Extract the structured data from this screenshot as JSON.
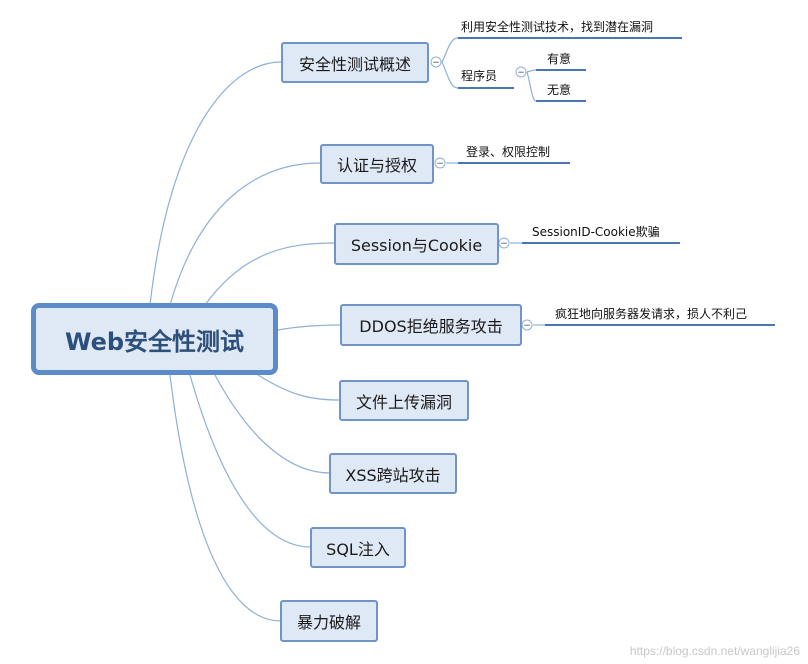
{
  "root": {
    "label": "Web安全性测试"
  },
  "branches": [
    {
      "label": "安全性测试概述"
    },
    {
      "label": "认证与授权"
    },
    {
      "label": "Session与Cookie"
    },
    {
      "label": "DDOS拒绝服务攻击"
    },
    {
      "label": "文件上传漏洞"
    },
    {
      "label": "XSS跨站攻击"
    },
    {
      "label": "SQL注入"
    },
    {
      "label": "暴力破解"
    }
  ],
  "details": {
    "overview_goal": "利用安全性测试技术，找到潜在漏洞",
    "programmer": "程序员",
    "intentional": "有意",
    "unintentional": "无意",
    "auth": "登录、权限控制",
    "session": "SessionID-Cookie欺骗",
    "ddos": "疯狂地向服务器发请求，损人不利己"
  },
  "collapse_symbol": "−",
  "watermark": "https://blog.csdn.net/wanglijia26",
  "colors": {
    "line": "#8fb0d6",
    "underline": "#4a77b4",
    "node_fill": "#dfe8f5",
    "node_border": "#6f95c6",
    "root_border": "#5b8bc9"
  }
}
